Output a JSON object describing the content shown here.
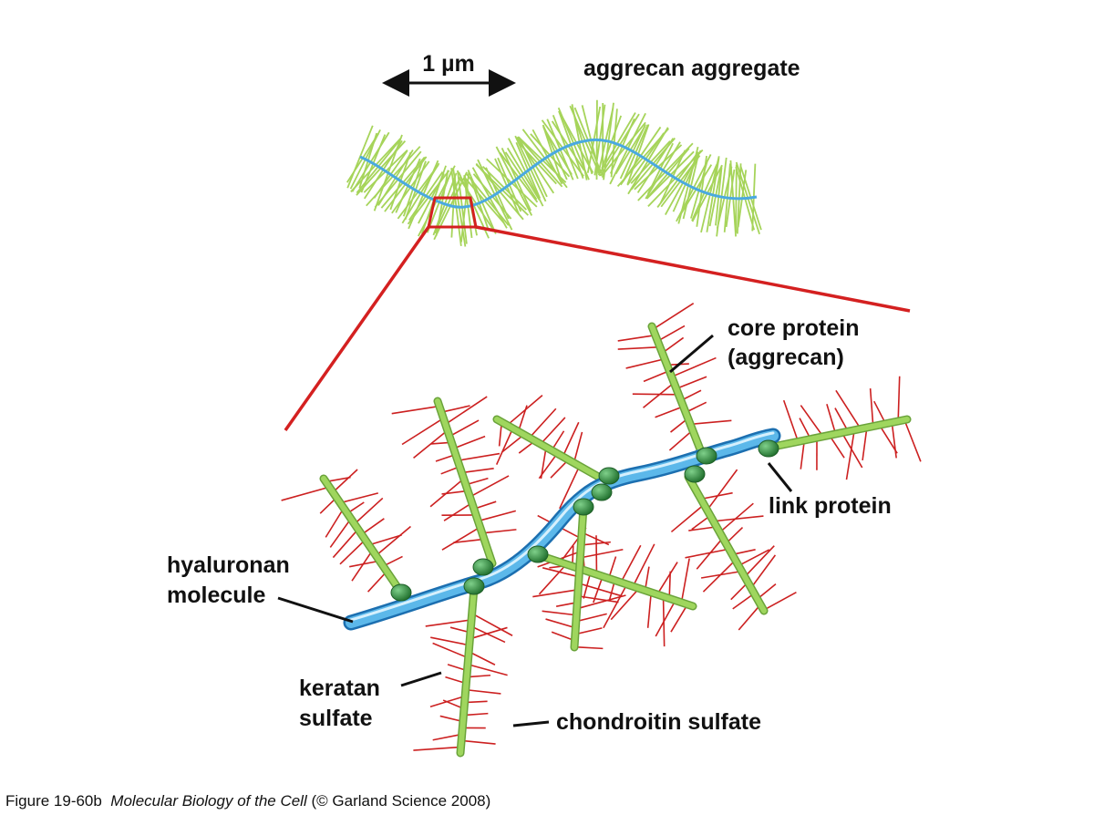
{
  "scale_label": "1 µm",
  "labels": {
    "aggregate": "aggrecan aggregate",
    "core_protein_1": "core protein",
    "core_protein_2": "(aggrecan)",
    "link_protein": "link protein",
    "hyaluronan_1": "hyaluronan",
    "hyaluronan_2": "molecule",
    "keratan_1": "keratan",
    "keratan_2": "sulfate",
    "chondroitin": "chondroitin sulfate"
  },
  "caption": {
    "figure": "Figure 19-60b",
    "book": "Molecular Biology of the Cell",
    "credit": "(© Garland Science 2008)"
  },
  "colors": {
    "hyaluronan": "#4aa9e0",
    "core_protein": "#8fc850",
    "link_protein": "#2f8a3a",
    "glycosaminoglycan": "#cc2020",
    "zoom_lines": "#d42020",
    "text": "#111111"
  }
}
